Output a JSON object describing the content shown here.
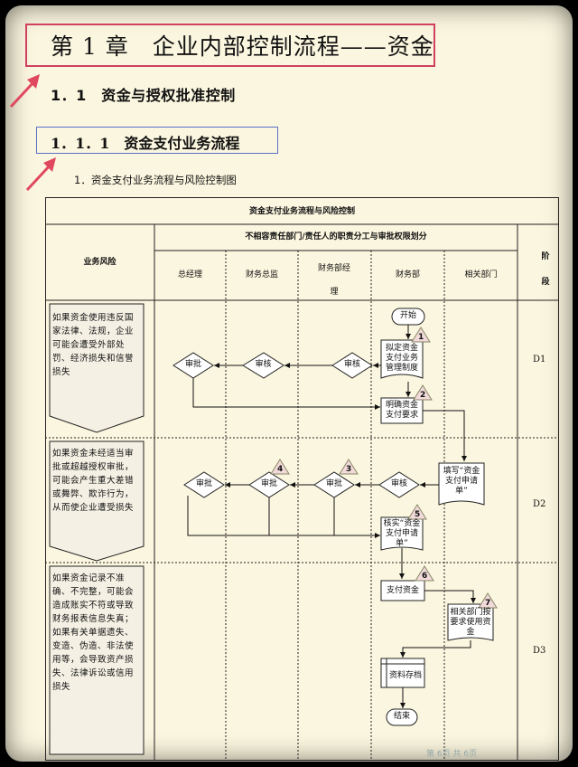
{
  "heading": {
    "chapter": "第 1 章　企业内部控制流程——资金",
    "section": "1．1　资金与授权批准控制",
    "subsection": "1．1．1　资金支付业务流程",
    "item": "1．资金支付业务流程与风险控制图"
  },
  "chart": {
    "title": "资金支付业务流程与风险控制",
    "col_risk": "业务风险",
    "col_division": "不相容责任部门/责任人的职责分工与审批权限划分",
    "col_stage": "阶段",
    "roles": [
      "总经理",
      "财务总监",
      "财务部经理",
      "财务部",
      "相关部门"
    ]
  },
  "risks": [
    "如果资金使用违反国家法律、法规，企业可能会遭受外部处罚、经济损失和信誉损失",
    "如果资金未经适当审批或超越授权审批，可能会产生重大差错或舞弊、欺诈行为，从而使企业遭受损失",
    "如果资金记录不准确、不完整，可能会造成账实不符或导致财务报表信息失真；如果有关单据遗失、变造、伪造、非法使用等，会导致资产损失、法律诉讼或信用损失"
  ],
  "stages": [
    "D1",
    "D2",
    "D3"
  ],
  "nodes": {
    "start": "开始",
    "n1": "拟定资金支付业务管理制度",
    "n2": "明确资金支付要求",
    "n3": "填写“资金支付申请单”",
    "n4": "核实“资金支付申请单”",
    "n5": "支付资金",
    "n6": "相关部门按要求使用资金",
    "n7": "资料存档",
    "end": "结束",
    "review": "审核",
    "approve": "审批"
  },
  "badges": [
    "1",
    "2",
    "3",
    "4",
    "5",
    "6",
    "7"
  ],
  "footer": "第 6页 共 6页"
}
